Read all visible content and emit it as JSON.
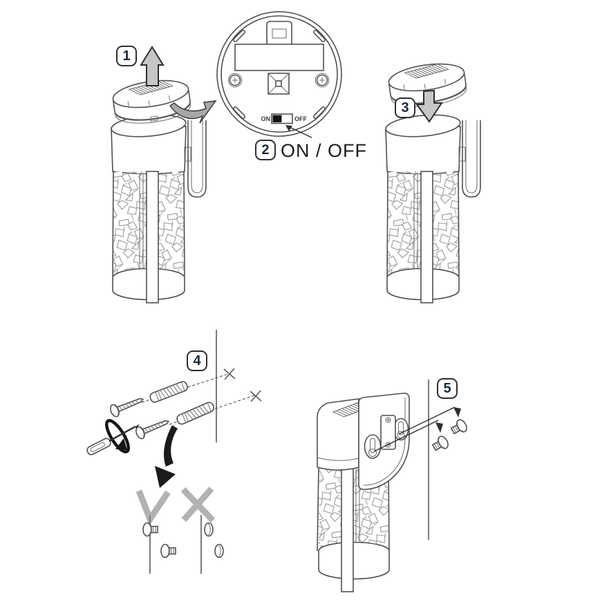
{
  "document": {
    "type": "assembly-instructions-diagram",
    "background": "#ffffff"
  },
  "colors": {
    "line": "#4f4f4f",
    "arrow_fill_gray": "#c6c6c6",
    "curved_arrow_gray": "#a8a8a8",
    "black_arrow": "#1b1b1b",
    "result_mark_gray": "#b2b2b2",
    "badge_text": "#1e2838",
    "switch_knob": "#141414",
    "wall_line": "#7a7a7a"
  },
  "steps": {
    "step1": {
      "number": "1"
    },
    "step2": {
      "number": "2",
      "label": "ON / OFF"
    },
    "step3": {
      "number": "3"
    },
    "step4": {
      "number": "4"
    },
    "step5": {
      "number": "5"
    }
  },
  "detail_view": {
    "switch": {
      "on_label": "ON",
      "off_label": "OFF"
    }
  },
  "icons": [
    "lift-up-arrow-icon",
    "curved-open-arrow-icon",
    "place-down-arrow-icon",
    "switch-pointer-arrow-icon",
    "rotate-screwdriver-arrow-icon",
    "big-curved-down-arrow-icon",
    "checkmark-icon",
    "cross-icon",
    "drill-mark-x-icon",
    "phillips-screw-icon",
    "wall-anchor-icon",
    "screwdriver-icon",
    "keyhole-slot-icon",
    "battery-compartment-icon",
    "on-off-switch-icon"
  ]
}
